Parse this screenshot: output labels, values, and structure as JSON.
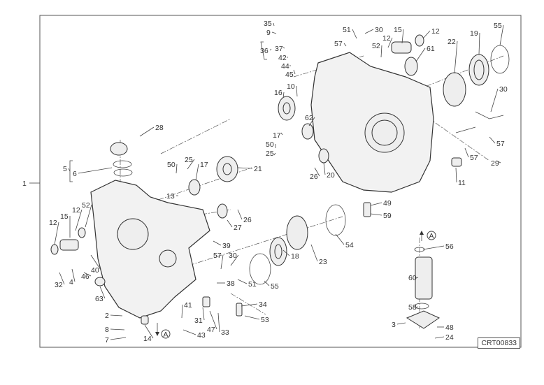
{
  "diagram": {
    "code": "CRT00833",
    "assembly_label": "1",
    "view_marker": "A",
    "labels": [
      "35",
      "9",
      "36",
      "37",
      "42",
      "44",
      "45",
      "51",
      "30",
      "57",
      "52",
      "12",
      "15",
      "12",
      "61",
      "22",
      "19",
      "55",
      "10",
      "16",
      "62",
      "17",
      "50",
      "25",
      "26",
      "20",
      "30",
      "57",
      "57",
      "29",
      "11",
      "49",
      "59",
      "54",
      "56",
      "60",
      "58",
      "3",
      "48",
      "24",
      "23",
      "18",
      "55",
      "38",
      "51",
      "57",
      "30",
      "39",
      "34",
      "53",
      "31",
      "47",
      "33",
      "41",
      "43",
      "14",
      "7",
      "8",
      "2",
      "63",
      "32",
      "4",
      "46",
      "40",
      "12",
      "15",
      "12",
      "52",
      "5",
      "6",
      "28",
      "50",
      "25",
      "17",
      "21",
      "13",
      "26",
      "27"
    ]
  }
}
